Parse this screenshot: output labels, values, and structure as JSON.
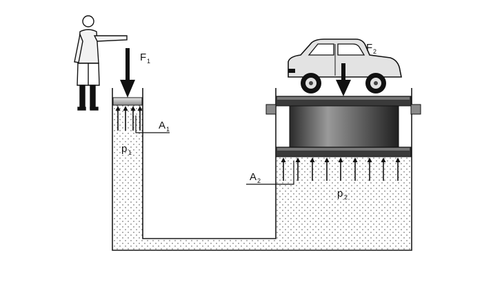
{
  "labels": {
    "force_small": {
      "main": "F",
      "sub": "1"
    },
    "force_large": {
      "main": "F",
      "sub": "2"
    },
    "area_small": {
      "main": "A",
      "sub": "1"
    },
    "area_large": {
      "main": "A",
      "sub": "2"
    },
    "pressure_small": {
      "main": "p",
      "sub": "1"
    },
    "pressure_large": {
      "main": "p",
      "sub": "2"
    }
  },
  "colors": {
    "line": "#1a1a1a",
    "fluid_dots": "#7a7a7a",
    "piston_light": "#d9d9d9",
    "piston_dark": "#3a3a3a",
    "car_body": "#e3e3e3"
  },
  "icons": [
    "person-icon",
    "car-icon",
    "force-arrow-icon",
    "pressure-arrow-icon"
  ]
}
